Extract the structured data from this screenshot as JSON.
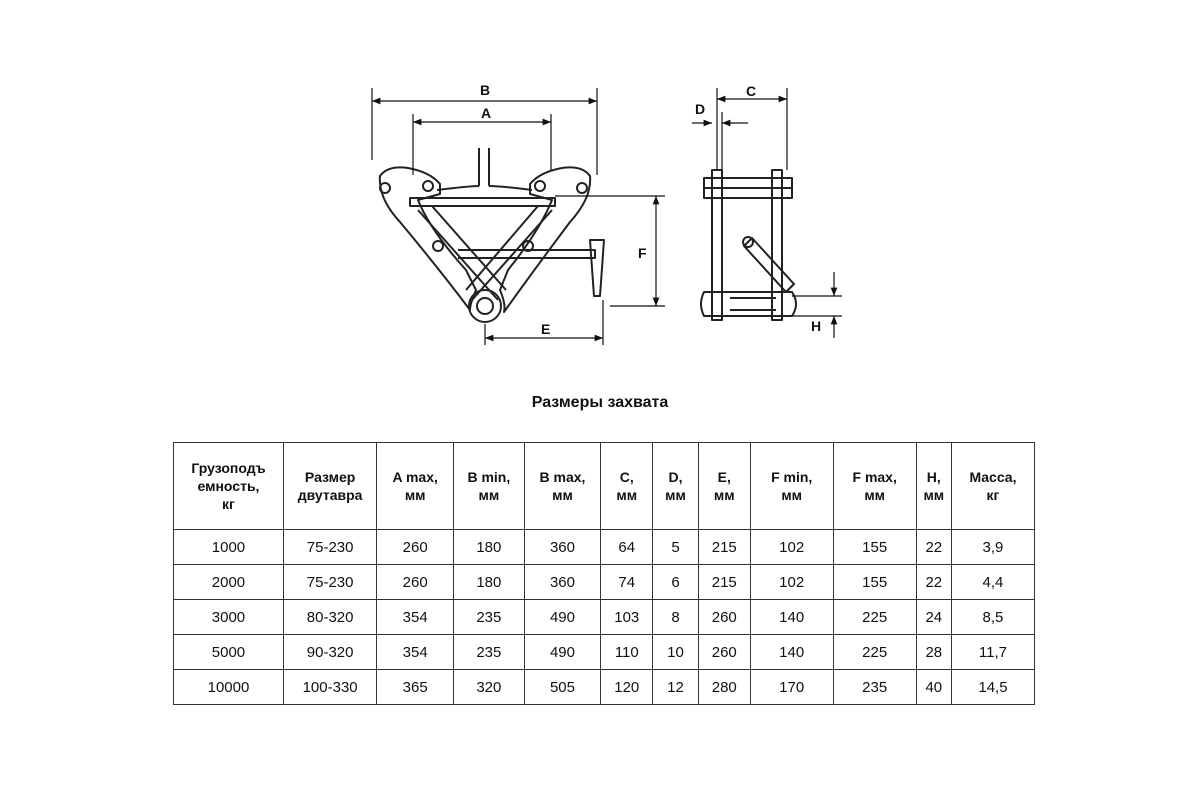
{
  "labels": {
    "A": "A",
    "B": "B",
    "C": "C",
    "D": "D",
    "E": "E",
    "F": "F",
    "H": "H"
  },
  "title": "Размеры захвата",
  "table": {
    "headers": [
      "Грузоподъ\nемность,\nкг",
      "Размер\nдвутавра",
      "A max,\nмм",
      "B min,\nмм",
      "B max,\nмм",
      "C,\nмм",
      "D,\nмм",
      "E,\nмм",
      "F min,\nмм",
      "F max,\nмм",
      "H,\nмм",
      "Масса,\nкг"
    ],
    "rows": [
      [
        "1000",
        "75-230",
        "260",
        "180",
        "360",
        "64",
        "5",
        "215",
        "102",
        "155",
        "22",
        "3,9"
      ],
      [
        "2000",
        "75-230",
        "260",
        "180",
        "360",
        "74",
        "6",
        "215",
        "102",
        "155",
        "22",
        "4,4"
      ],
      [
        "3000",
        "80-320",
        "354",
        "235",
        "490",
        "103",
        "8",
        "260",
        "140",
        "225",
        "24",
        "8,5"
      ],
      [
        "5000",
        "90-320",
        "354",
        "235",
        "490",
        "110",
        "10",
        "260",
        "140",
        "225",
        "28",
        "11,7"
      ],
      [
        "10000",
        "100-330",
        "365",
        "320",
        "505",
        "120",
        "12",
        "280",
        "170",
        "235",
        "40",
        "14,5"
      ]
    ]
  }
}
